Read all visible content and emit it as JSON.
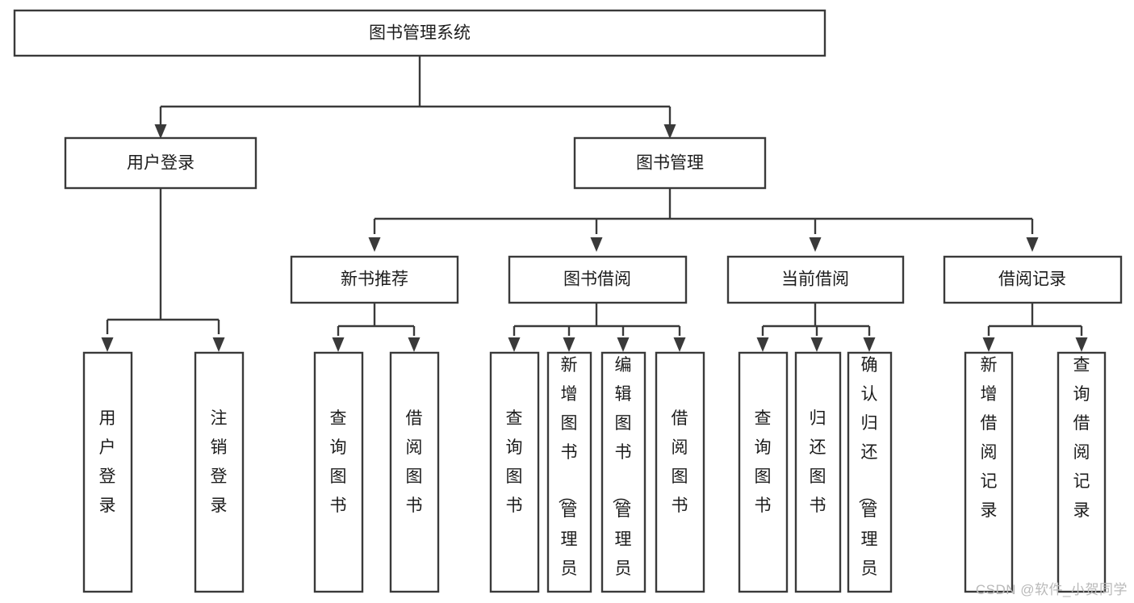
{
  "diagram": {
    "type": "tree-hierarchy",
    "title": "图书管理系统",
    "watermark": "CSDN @软件_小贺同学",
    "colors": {
      "stroke": "#3a3a3a",
      "fill": "#ffffff",
      "text": "#1c1c1c",
      "watermark": "#b9b9b9",
      "background": "#ffffff"
    },
    "nodes": {
      "root": {
        "id": "root",
        "label": "图书管理系统",
        "level": 0,
        "orientation": "horizontal"
      },
      "level1": [
        {
          "id": "user-login",
          "label": "用户登录",
          "level": 1,
          "orientation": "horizontal"
        },
        {
          "id": "book-manage",
          "label": "图书管理",
          "level": 1,
          "orientation": "horizontal"
        }
      ],
      "level2": [
        {
          "id": "new-book-rec",
          "label": "新书推荐",
          "level": 2,
          "orientation": "horizontal",
          "parent": "book-manage"
        },
        {
          "id": "book-borrow",
          "label": "图书借阅",
          "level": 2,
          "orientation": "horizontal",
          "parent": "book-manage"
        },
        {
          "id": "current-borrow",
          "label": "当前借阅",
          "level": 2,
          "orientation": "horizontal",
          "parent": "book-manage"
        },
        {
          "id": "borrow-record",
          "label": "借阅记录",
          "level": 2,
          "orientation": "horizontal",
          "parent": "book-manage"
        }
      ],
      "leaves": [
        {
          "id": "leaf-user-login",
          "label": "用户登录",
          "parent": "user-login",
          "orientation": "vertical"
        },
        {
          "id": "leaf-logout",
          "label": "注销登录",
          "parent": "user-login",
          "orientation": "vertical"
        },
        {
          "id": "leaf-query-book-1",
          "label": "查询图书",
          "parent": "new-book-rec",
          "orientation": "vertical"
        },
        {
          "id": "leaf-borrow-book-1",
          "label": "借阅图书",
          "parent": "new-book-rec",
          "orientation": "vertical"
        },
        {
          "id": "leaf-query-book-2",
          "label": "查询图书",
          "parent": "book-borrow",
          "orientation": "vertical"
        },
        {
          "id": "leaf-add-book",
          "label": "新增图书（管理员）",
          "parent": "book-borrow",
          "orientation": "vertical"
        },
        {
          "id": "leaf-edit-book",
          "label": "编辑图书（管理员）",
          "parent": "book-borrow",
          "orientation": "vertical"
        },
        {
          "id": "leaf-borrow-book-2",
          "label": "借阅图书",
          "parent": "book-borrow",
          "orientation": "vertical"
        },
        {
          "id": "leaf-query-book-3",
          "label": "查询图书",
          "parent": "current-borrow",
          "orientation": "vertical"
        },
        {
          "id": "leaf-return-book",
          "label": "归还图书",
          "parent": "current-borrow",
          "orientation": "vertical"
        },
        {
          "id": "leaf-confirm-return",
          "label": "确认归还（管理员）",
          "parent": "current-borrow",
          "orientation": "vertical"
        },
        {
          "id": "leaf-add-record",
          "label": "新增借阅记录",
          "parent": "borrow-record",
          "orientation": "vertical"
        },
        {
          "id": "leaf-query-record",
          "label": "查询借阅记录",
          "parent": "borrow-record",
          "orientation": "vertical"
        }
      ]
    }
  }
}
